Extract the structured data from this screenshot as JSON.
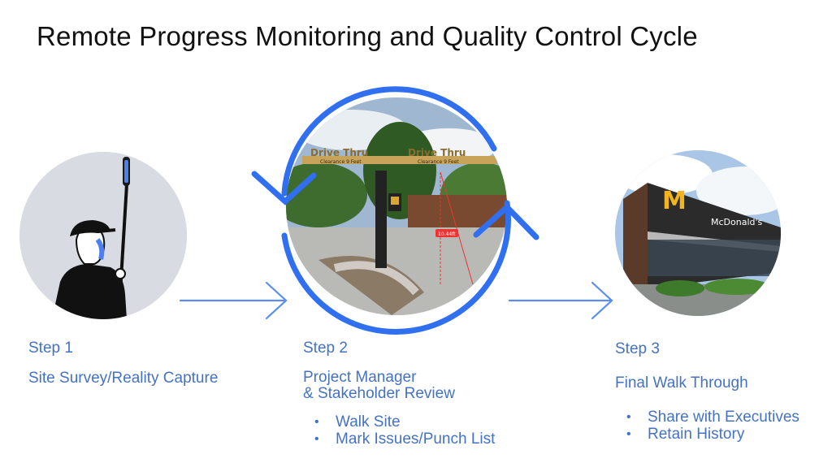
{
  "title": "Remote Progress Monitoring and Quality Control Cycle",
  "steps": [
    {
      "step_label": "Step 1",
      "heading": "Site Survey/Reality Capture"
    },
    {
      "step_label": "Step 2",
      "heading_line1": "Project Manager",
      "heading_line2": "& Stakeholder Review",
      "bullets": [
        "Walk Site",
        "Mark Issues/Punch List"
      ]
    },
    {
      "step_label": "Step 3",
      "heading": "Final Walk Through",
      "bullets": [
        "Share with Executives",
        "Retain History"
      ]
    }
  ],
  "images": {
    "drive_thru_sign_1": "Drive Thru",
    "drive_thru_sign_2": "Drive Thru",
    "clearance_1": "Clearance 9 Feet",
    "clearance_2": "Clearance 9 Feet",
    "measure_tag": "10.44ft",
    "store_sign": "McDonald's"
  },
  "colors": {
    "accent": "#4472c4",
    "cycle_blue": "#2f6ff0",
    "arrow_blue": "#5b8def",
    "title": "#111111"
  }
}
